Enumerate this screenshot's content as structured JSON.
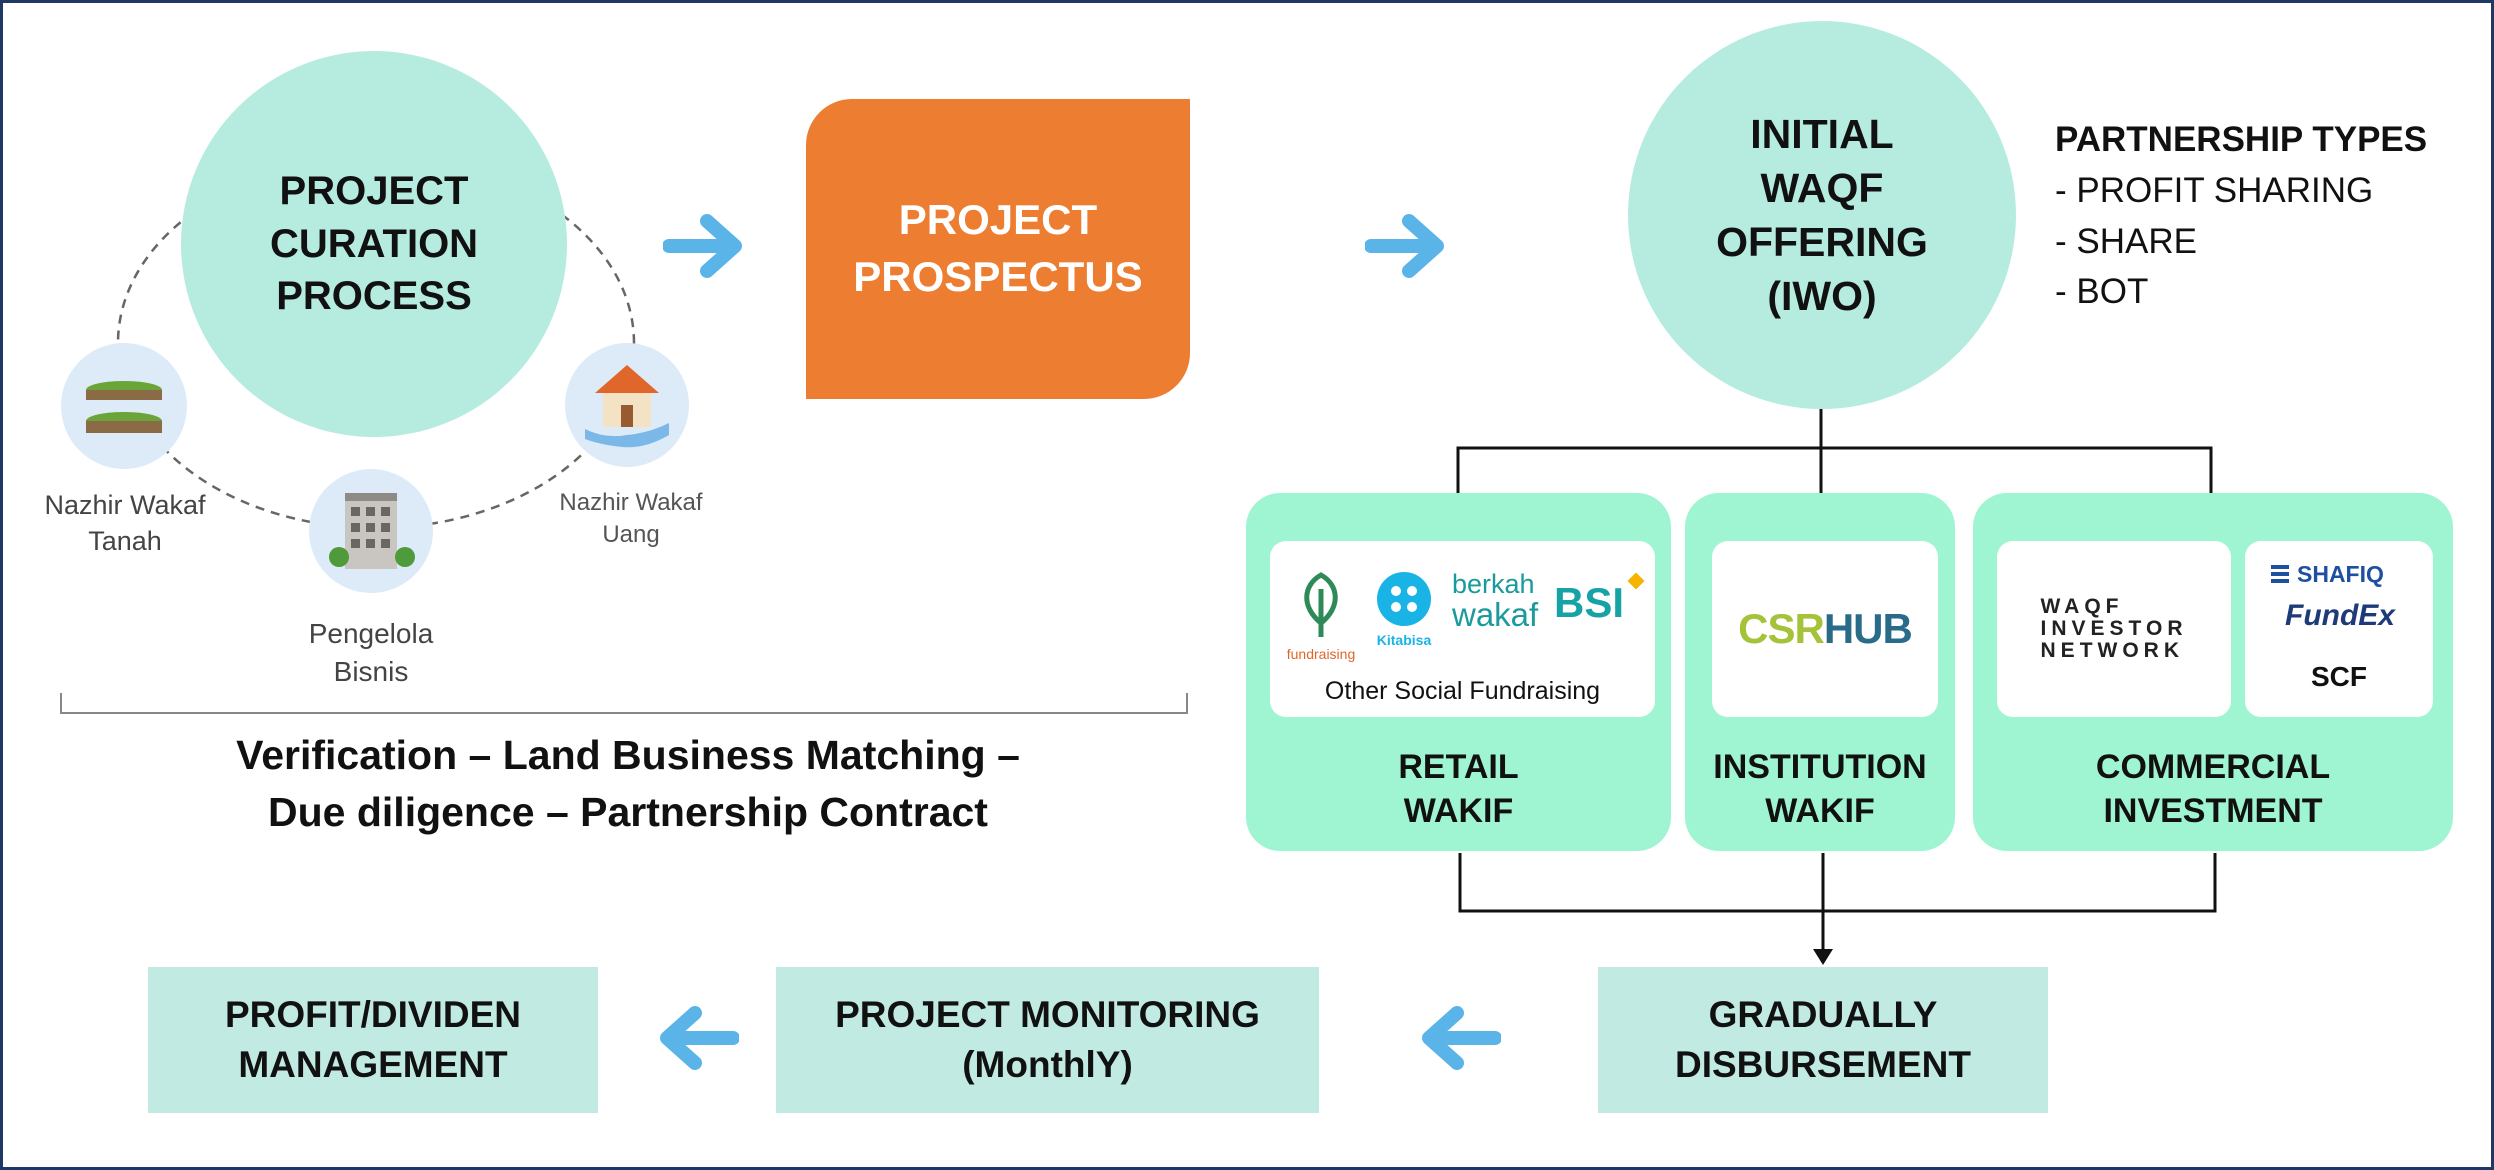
{
  "curation": {
    "circle_label": "PROJECT\nCURATION\nPROCESS",
    "nazhir_tanah": "Nazhir Wakaf\nTanah",
    "nazhir_uang": "Nazhir Wakaf\nUang",
    "pengelola": "Pengelola\nBisnis",
    "process_caption": "Verification – Land Business Matching –\nDue diligence – Partnership Contract"
  },
  "prospectus": {
    "label": "PROJECT\nPROSPECTUS"
  },
  "iwo": {
    "circle_label": "INITIAL\nWAQF\nOFFERING\n(IWO)",
    "partnership_title": "PARTNERSHIP TYPES",
    "partnership_types": [
      "- PROFIT SHARING",
      "- SHARE",
      "- BOT"
    ]
  },
  "panels": {
    "retail": {
      "label": "RETAIL\nWAKIF",
      "card_caption": "Other Social Fundraising",
      "logos": {
        "fundraising": "fundraising",
        "kitabisa": "Kitabisa",
        "berkah": "berkah",
        "wakaf": "wakaf",
        "bsi": "BSI"
      }
    },
    "institution": {
      "label": "INSTITUTION\nWAKIF",
      "logos": {
        "csr": "CSR",
        "hub": "HUB"
      }
    },
    "commercial": {
      "label": "COMMERCIAL\nINVESTMENT",
      "logos": {
        "waqf_investor_network": "WAQF\nINVESTOR\nNETWORK",
        "shafiq": "SHAFIQ",
        "fundex": "FundEx",
        "scf": "SCF"
      }
    }
  },
  "bottom": {
    "gradually": "GRADUALLY\nDISBURSEMENT",
    "monitoring": "PROJECT MONITORING\n(MonthlY)",
    "profit": "PROFIT/DIVIDEN\nMANAGEMENT"
  },
  "colors": {
    "mint_circle": "#b6ece0",
    "orange": "#ed7d31",
    "arrow_blue": "#5ab4e8",
    "panel_green": "#9ff5d1",
    "bottom_box": "#c1ebe2",
    "frame": "#1f3864"
  }
}
